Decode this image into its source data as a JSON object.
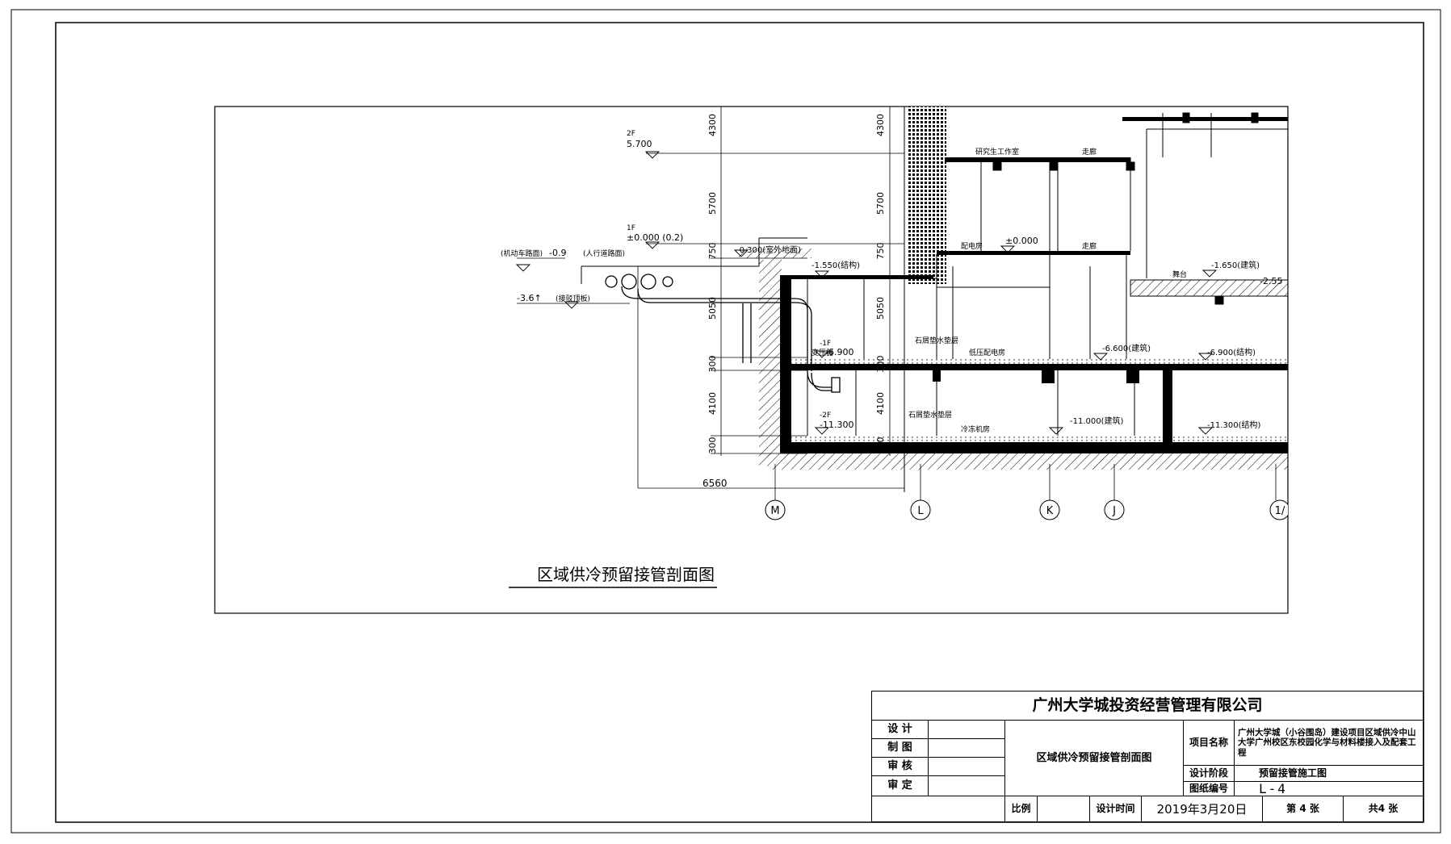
{
  "drawing": {
    "title": "区域供冷预留接管剖面图",
    "floor_labels": {
      "f2": "2F",
      "f2_elev": "5.700",
      "f1": "1F",
      "f1_elev": "±0.000 (0.2)",
      "outdoor": "-0.300(室外地面)",
      "b1": "-1F",
      "b1_elev": "-6.900",
      "b2": "-2F",
      "b2_elev": "-11.300"
    },
    "road_labels": {
      "vehicle_road": "(机动车路面)",
      "vehicle_elev": "-0.9",
      "sidewalk": "(人行道路面)",
      "pipe_top": "-3.6↑",
      "pipe_top_note": "(接驳顶板)"
    },
    "dims_left": [
      "4300",
      "5700",
      "750",
      "5050",
      "300",
      "4100",
      "300"
    ],
    "dims_mid": [
      "4300",
      "5700",
      "750",
      "5050",
      "300",
      "4100",
      "300"
    ],
    "dim_bottom": "6560",
    "levels": {
      "l1": "-1.550(结构)",
      "l2": "±0.000",
      "l3": "-1.650(建筑)",
      "l4": "-2.55",
      "l5": "-6.600(建筑)",
      "l6": "-6.900(结构)",
      "l7": "-11.000(建筑)",
      "l8": "-11.300(结构)"
    },
    "rooms": {
      "r1": "研究生工作室",
      "r2": "走廊",
      "r3": "配电房",
      "r4": "走廊",
      "r5": "舞台",
      "r6": "变压器",
      "r7": "石屑垫水垫层",
      "r8": "低压配电房",
      "r9": "石屑垫水垫层",
      "r10": "冷冻机房"
    },
    "axes": [
      "M",
      "L",
      "K",
      "J",
      "1/"
    ]
  },
  "title_block": {
    "company": "广州大学城投资经营管理有限公司",
    "role_design": "设  计",
    "role_draw": "制  图",
    "role_check": "审  核",
    "role_approve": "审  定",
    "drawing_name": "区域供冷预留接管剖面图",
    "project_label": "项目名称",
    "project_name": "广州大学城（小谷围岛）建设项目区域供冷中山大学广州校区东校园化学与材料楼接入及配套工程",
    "stage_label": "设计阶段",
    "stage_value": "预留接管施工图",
    "number_label": "图纸编号",
    "number_value": "L-4",
    "scale_label": "比例",
    "date_label": "设计时间",
    "date_value": "2019年3月20日",
    "sheet_no": "第 4 张",
    "sheet_total": "共4 张"
  }
}
